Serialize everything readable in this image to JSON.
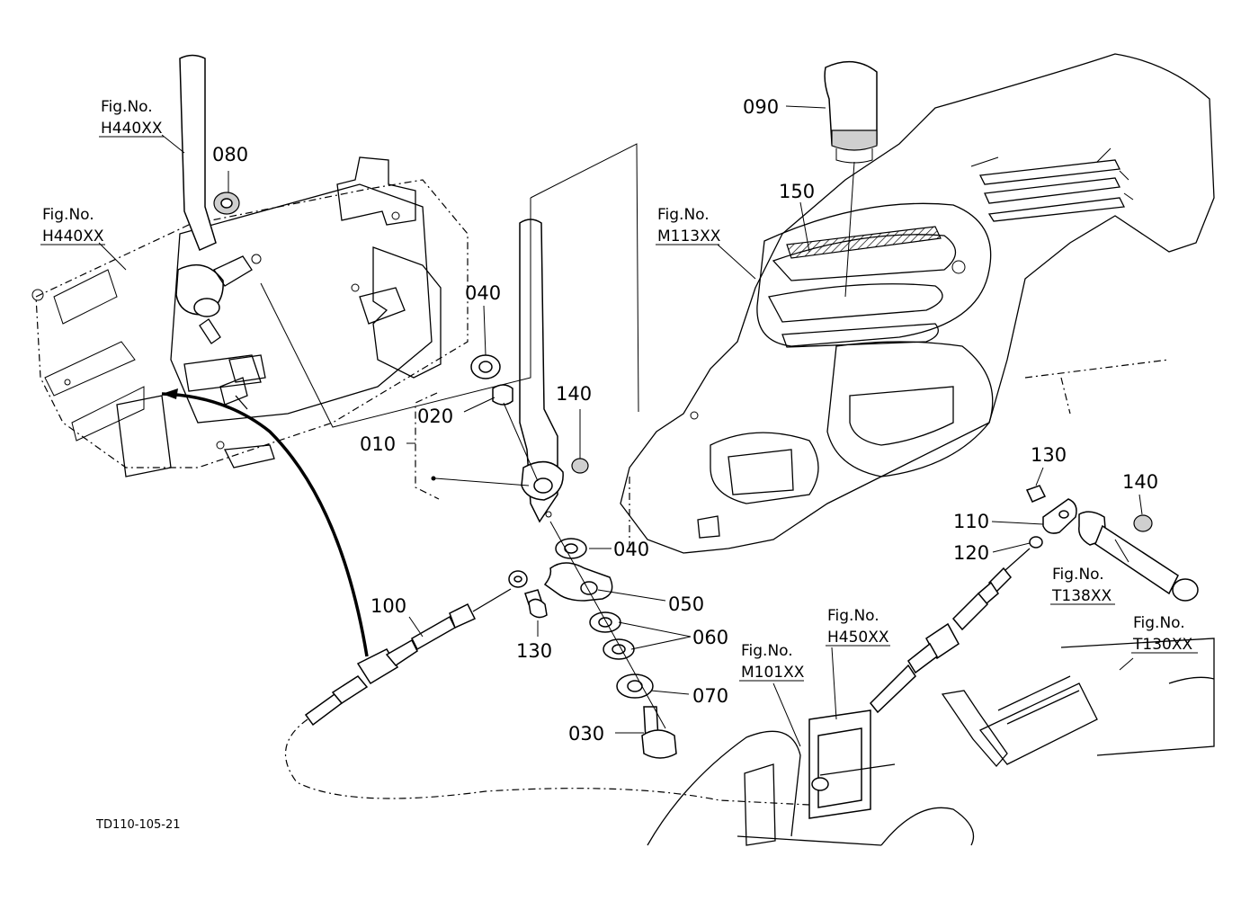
{
  "callouts": {
    "c010": "010",
    "c020": "020",
    "c030": "030",
    "c040a": "040",
    "c040b": "040",
    "c050": "050",
    "c060": "060",
    "c070": "070",
    "c080": "080",
    "c090": "090",
    "c100": "100",
    "c110": "110",
    "c120": "120",
    "c130a": "130",
    "c130b": "130",
    "c140a": "140",
    "c140b": "140",
    "c150": "150"
  },
  "figure_refs": {
    "fig_label": "Fig.No.",
    "h440_top": "H440XX",
    "h440_left": "H440XX",
    "m113": "M113XX",
    "t138": "T138XX",
    "t130": "T130XX",
    "h450": "H450XX",
    "m101": "M101XX"
  },
  "drawing_code": "TD110-105-21"
}
